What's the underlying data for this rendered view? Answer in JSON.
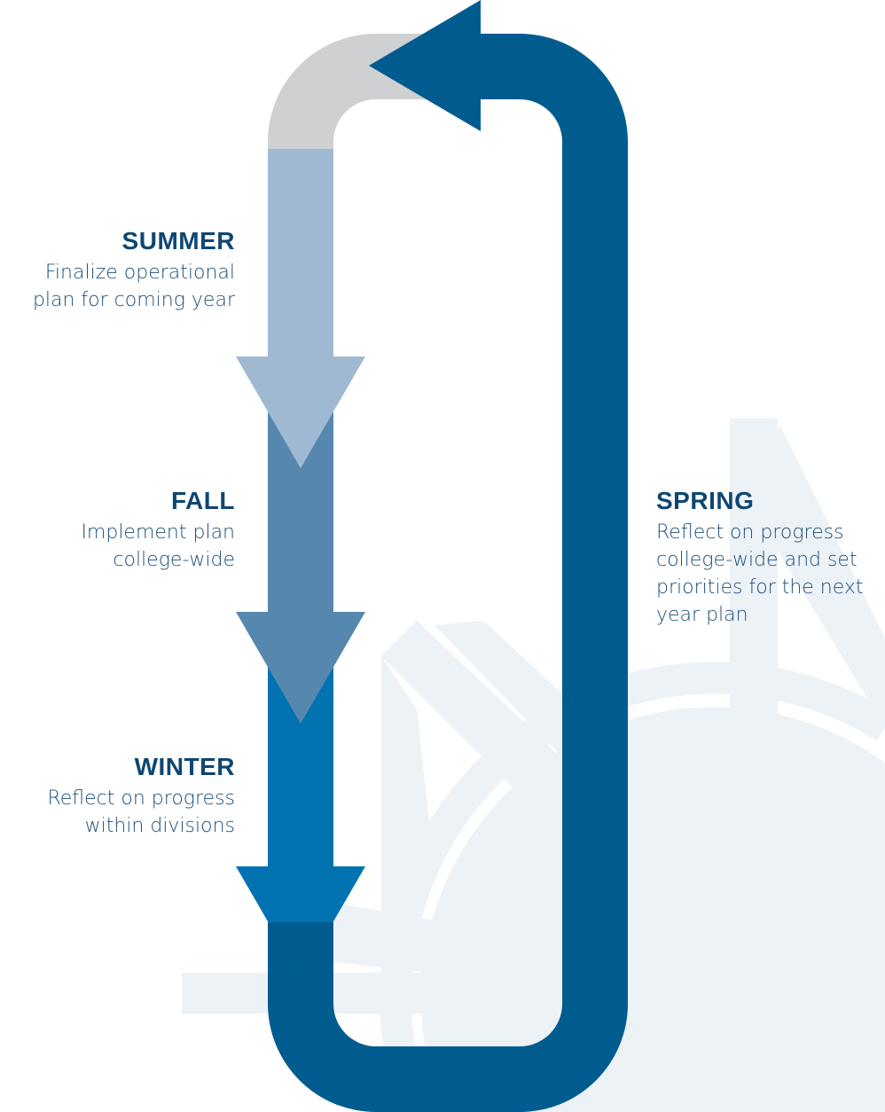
{
  "colors": {
    "heading": "#0e4673",
    "description": "#1d4f79",
    "loop_dark": "#005c8f",
    "top_gray": "#cfd0d1",
    "summer_arrow": "#a0b9d3",
    "fall_arrow": "#5687ae",
    "winter_arrow": "#0073b0",
    "background_watermark": "#edf2f7"
  },
  "seasons": {
    "summer": {
      "heading": "SUMMER",
      "lines": [
        "Finalize operational",
        "plan for coming year"
      ]
    },
    "fall": {
      "heading": "FALL",
      "lines": [
        "Implement plan",
        "college-wide"
      ]
    },
    "winter": {
      "heading": "WINTER",
      "lines": [
        "Reflect on progress",
        "within divisions"
      ]
    },
    "spring": {
      "heading": "SPRING",
      "lines": [
        "Reflect on progress",
        "college-wide and set",
        "priorities for the next",
        "year plan"
      ]
    }
  }
}
